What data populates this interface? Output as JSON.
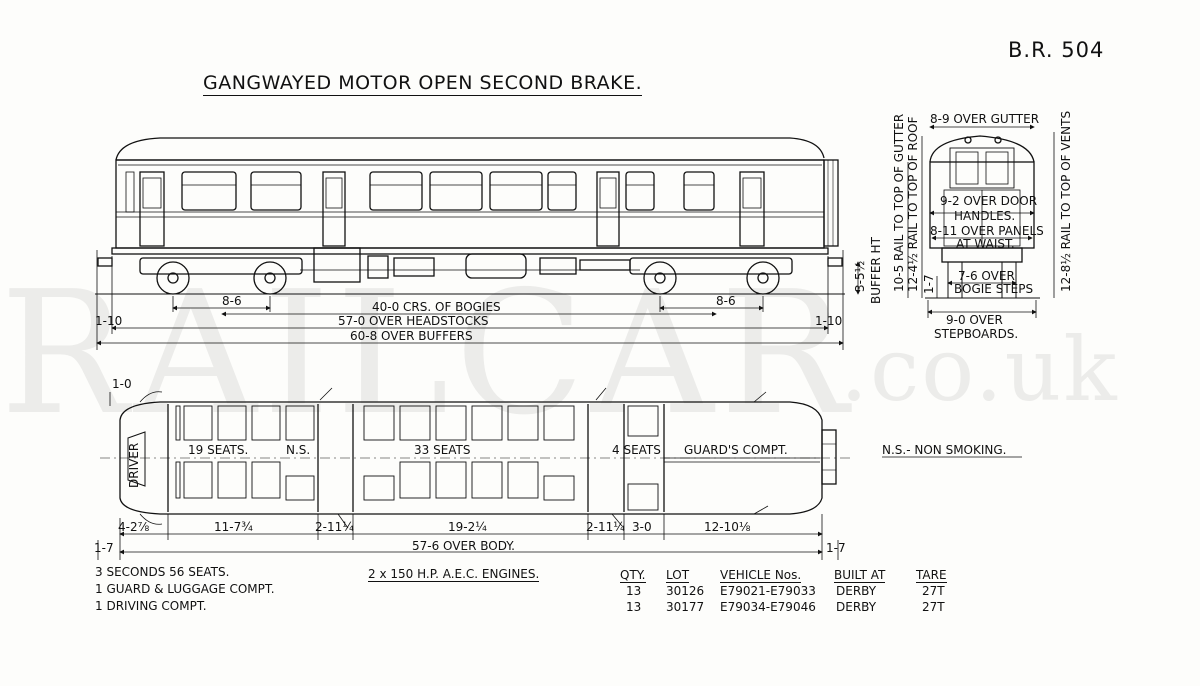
{
  "sheet": {
    "code": "B.R. 504",
    "title": "GANGWAYED MOTOR OPEN SECOND BRAKE."
  },
  "watermark": {
    "main": "RAILCAR",
    "tld": ".co.uk"
  },
  "side_view": {
    "bogie_left_wheelbase": "8-6",
    "bogie_right_wheelbase": "8-6",
    "bogie_centres": "40-0 CRS. OF BOGIES",
    "over_headstocks": "57-0 OVER HEADSTOCKS",
    "over_buffers": "60-8 OVER BUFFERS",
    "left_overhang": "1-10",
    "right_overhang": "1-10",
    "buffer_height": "3-5½",
    "buffer_height_label": "BUFFER HT"
  },
  "end_view": {
    "rail_to_roof": "12-4½ RAIL TO TOP OF ROOF",
    "rail_to_gutter": "10-5 RAIL TO TOP OF GUTTER",
    "rail_to_vents": "12-8½ RAIL TO TOP OF VENTS",
    "step_height": "1-7",
    "over_gutter": "8-9 OVER GUTTER",
    "over_door_handles_1": "9-2 OVER DOOR",
    "over_door_handles_2": "HANDLES.",
    "over_panels_1": "8-11 OVER PANELS",
    "over_panels_2": "AT WAIST.",
    "over_bogie_steps_1": "7-6 OVER",
    "over_bogie_steps_2": "BOGIE STEPS",
    "over_stepboards_1": "9-0 OVER",
    "over_stepboards_2": "STEPBOARDS."
  },
  "plan_view": {
    "driver": "DRIVER",
    "seats_19": "19 SEATS.",
    "ns": "N.S.",
    "seats_33": "33 SEATS",
    "seats_4": "4 SEATS",
    "guards_compt": "GUARD'S COMPT.",
    "ns_key": "N.S.- NON SMOKING.",
    "end_clearance": "1-0",
    "dims": [
      "4-2⅞",
      "11-7¾",
      "2-11¼",
      "19-2¼",
      "2-11¼",
      "3-0",
      "12-10⅛"
    ],
    "left_end": "1-7",
    "right_end": "1-7",
    "over_body": "57-6 OVER BODY."
  },
  "summary": [
    "3 SECONDS     56 SEATS.",
    "1 GUARD & LUGGAGE COMPT.",
    "1 DRIVING COMPT."
  ],
  "engines": "2 x 150 H.P. A.E.C. ENGINES.",
  "table": {
    "headers": [
      "QTY.",
      "LOT",
      "VEHICLE Nos.",
      "BUILT AT",
      "TARE"
    ],
    "rows": [
      [
        "13",
        "30126",
        "E79021-E79033",
        "DERBY",
        "27T"
      ],
      [
        "13",
        "30177",
        "E79034-E79046",
        "DERBY",
        "27T"
      ]
    ]
  }
}
